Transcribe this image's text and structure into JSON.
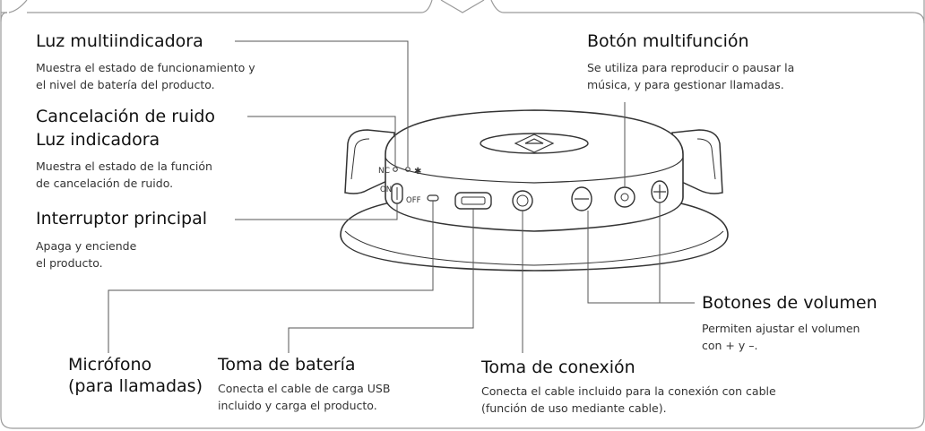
{
  "callouts": {
    "multi_led": {
      "title": "Luz multiindicadora",
      "desc": [
        "Muestra el estado de funcionamiento y",
        "el nivel de batería del producto."
      ]
    },
    "nc_led": {
      "title": [
        "Cancelación de ruido",
        "Luz indicadora"
      ],
      "desc": [
        "Muestra el estado de la función",
        "de cancelación de ruido."
      ]
    },
    "power_switch": {
      "title": "Interruptor principal",
      "desc": [
        "Apaga y enciende",
        "el producto."
      ]
    },
    "microphone": {
      "title": [
        "Micrófono",
        "(para llamadas)"
      ]
    },
    "battery_port": {
      "title": "Toma de batería",
      "desc": [
        "Conecta el cable de carga USB",
        "incluido y carga el producto."
      ]
    },
    "connection_port": {
      "title": "Toma de conexión",
      "desc": [
        "Conecta el cable incluido para la conexión con cable",
        "(función de uso mediante cable)."
      ]
    },
    "volume_buttons": {
      "title": "Botones de volumen",
      "desc": [
        "Permiten ajustar el volumen",
        "con + y –."
      ]
    },
    "multi_button": {
      "title": "Botón multifunción",
      "desc": [
        "Se utiliza para reproducir o pausar la",
        "música, y para gestionar llamadas."
      ]
    }
  },
  "device_labels": {
    "nc": "NC",
    "on": "ON",
    "off": "OFF"
  },
  "colors": {
    "line": "#555555",
    "frame": "#999999",
    "body": "#ffffff"
  }
}
